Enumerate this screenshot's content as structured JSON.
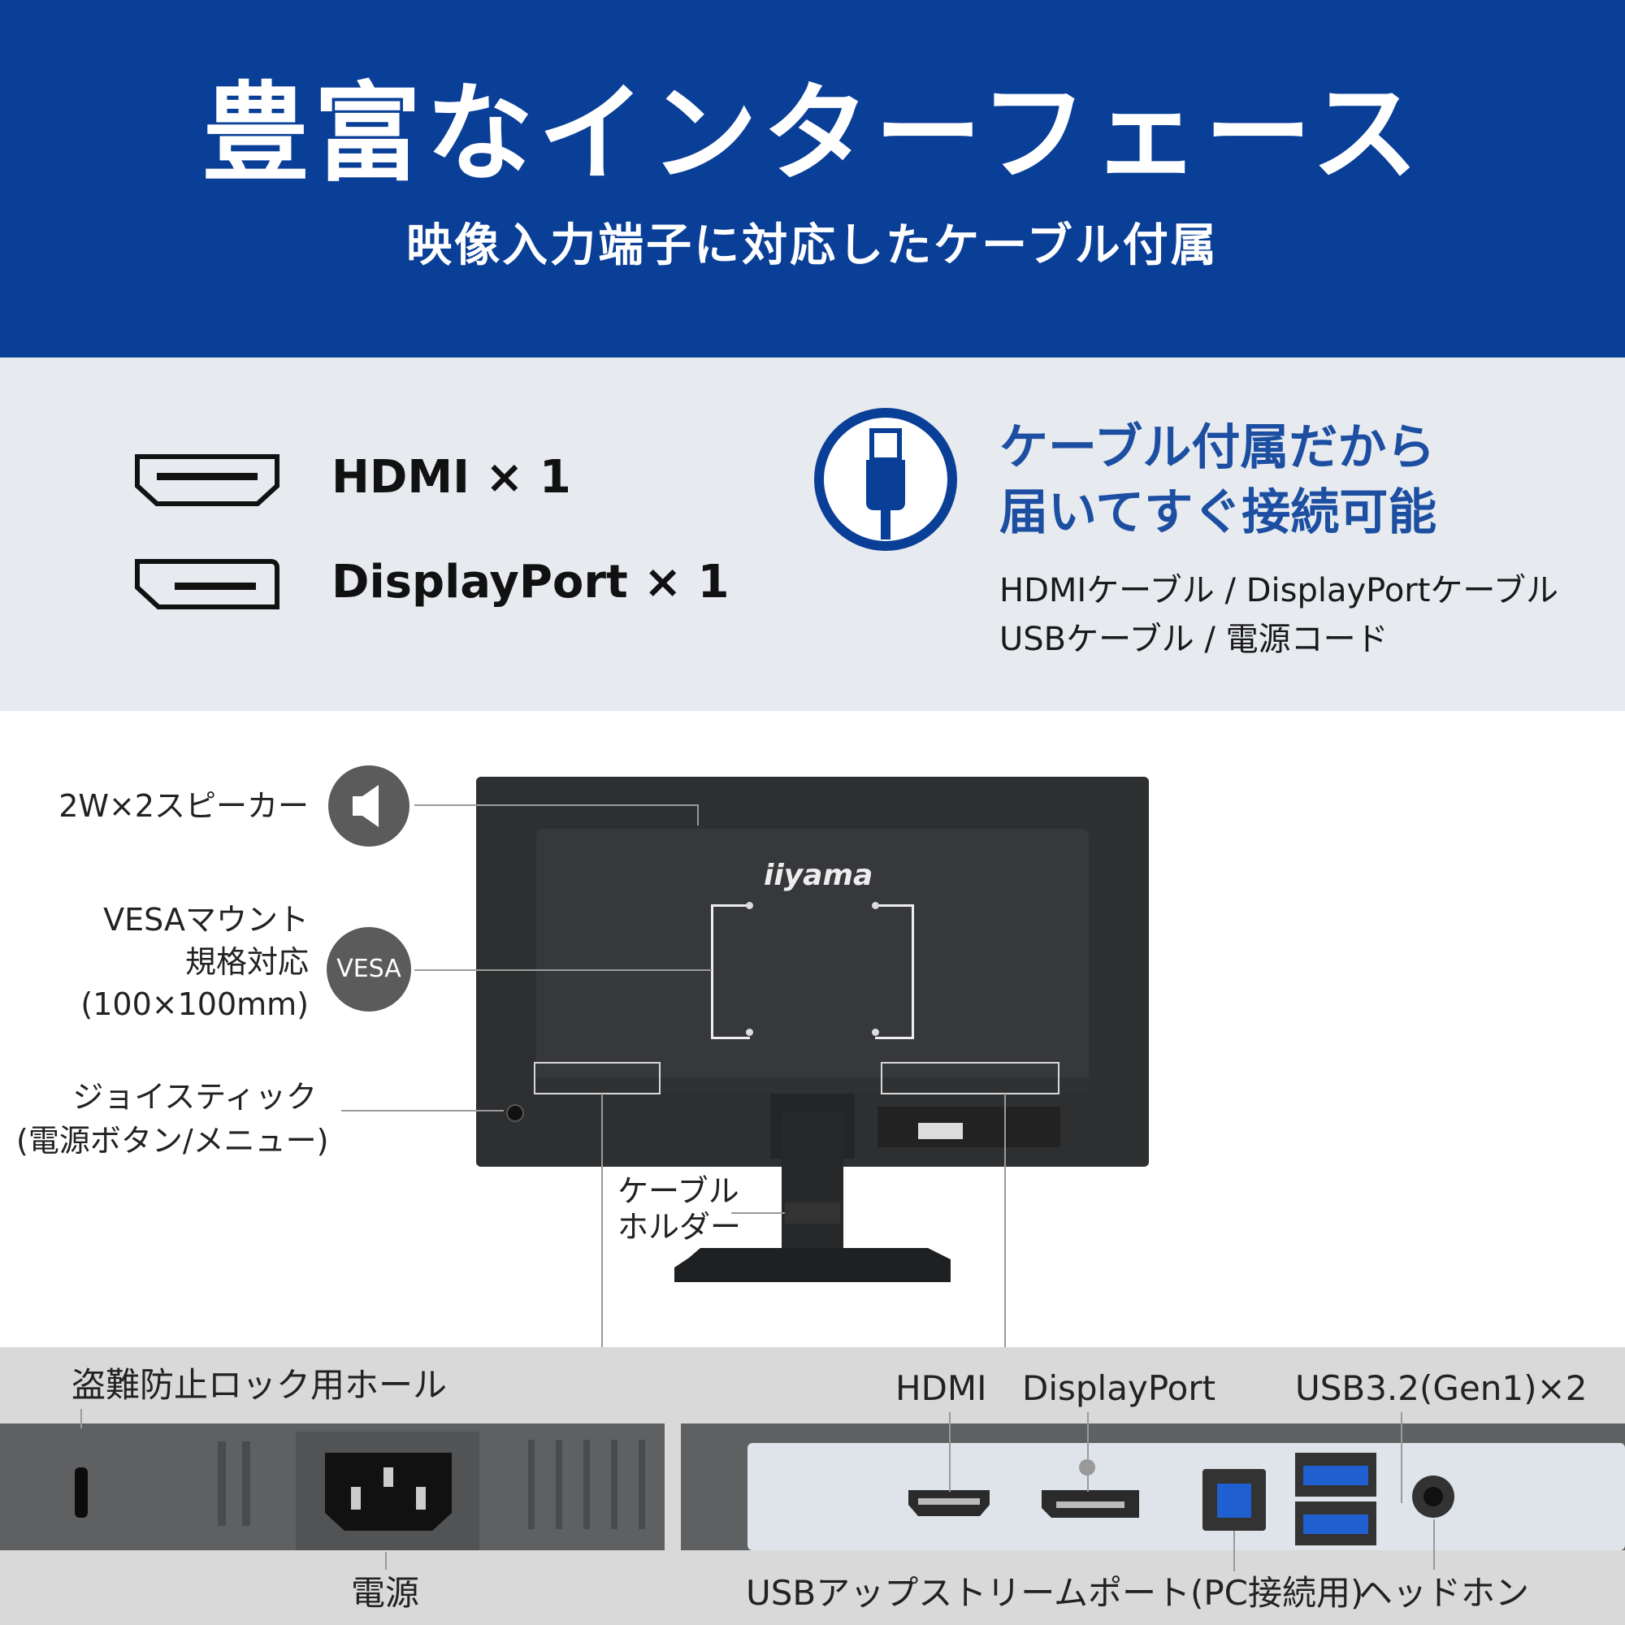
{
  "hero": {
    "title": "豊富なインターフェース",
    "subtitle": "映像入力端子に対応したケーブル付属"
  },
  "ports": [
    {
      "icon": "hdmi-port-icon",
      "label": "HDMI × 1"
    },
    {
      "icon": "displayport-icon",
      "label": "DisplayPort × 1"
    }
  ],
  "cable": {
    "icon": "cable-plug-icon",
    "heading_line1": "ケーブル付属だから",
    "heading_line2": "届いてすぐ接続可能",
    "list_line1": "HDMIケーブル / DisplayPortケーブル",
    "list_line2": "USBケーブル / 電源コード"
  },
  "monitor": {
    "logo": "iiyama",
    "badge_vesa": "VESA",
    "callouts": {
      "speaker": "2W×2スピーカー",
      "vesa_line1": "VESAマウント",
      "vesa_line2": "規格対応",
      "vesa_line3": "(100×100mm)",
      "joystick_line1": "ジョイスティック",
      "joystick_line2": "(電源ボタン/メニュー)",
      "holder_line1": "ケーブル",
      "holder_line2": "ホルダー"
    }
  },
  "connectors": {
    "lock": "盗難防止ロック用ホール",
    "power": "電源",
    "hdmi": "HDMI",
    "displayport": "DisplayPort",
    "usb_ports": "USB3.2(Gen1)×2",
    "usb_upstream": "USBアップストリームポート(PC接続用)",
    "headphone": "ヘッドホン"
  },
  "colors": {
    "brand_blue": "#0a3f98",
    "accent_blue": "#1c4ea2",
    "usb_blue": "#1f5fd0"
  }
}
